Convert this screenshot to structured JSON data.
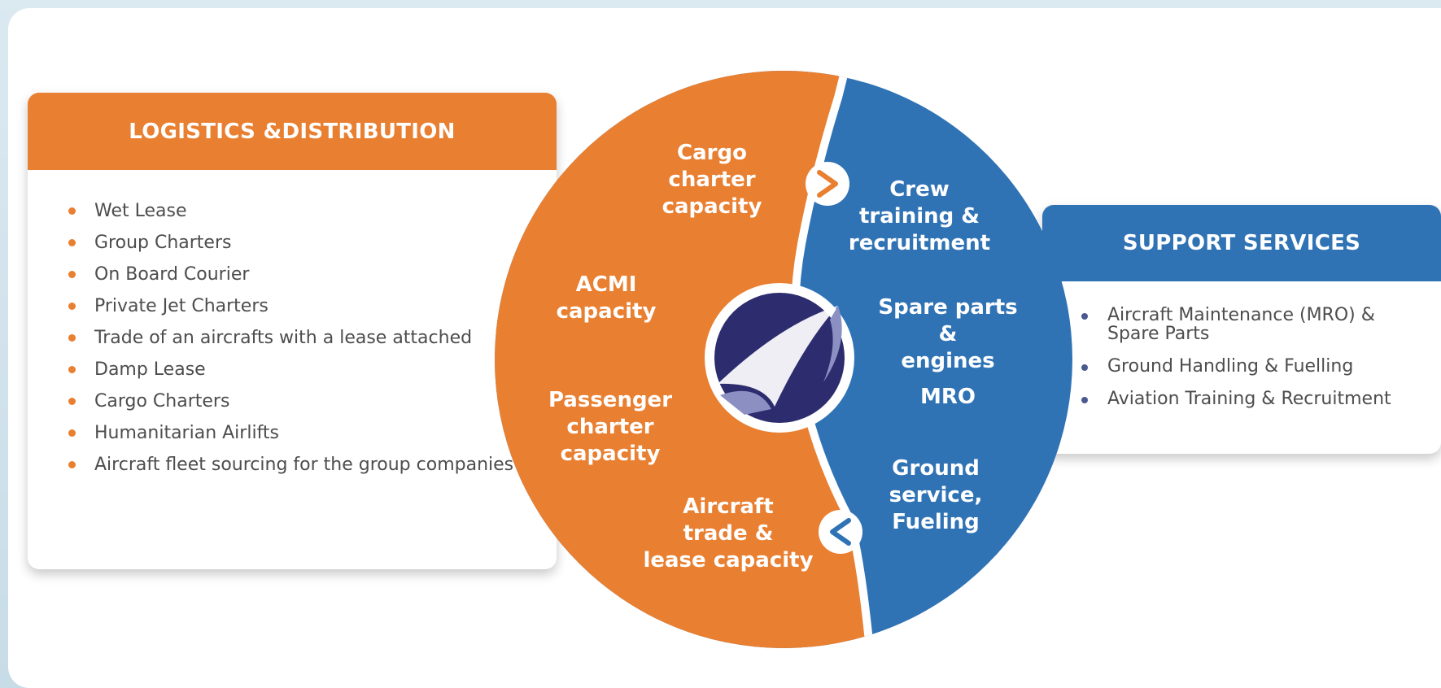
{
  "logistics": {
    "title": "LOGISTICS &DISTRIBUTION",
    "items": [
      "Wet Lease",
      "Group Charters",
      "On Board Courier",
      "Private Jet  Charters",
      "Trade of an aircrafts with a lease attached",
      "Damp Lease",
      "Cargo Charters",
      "Humanitarian Airlifts",
      "Aircraft fleet sourcing for the group companies"
    ]
  },
  "support": {
    "title": "SUPPORT SERVICES",
    "items": [
      "Aircraft Maintenance (MRO) & Spare Parts",
      "Ground Handling & Fuelling",
      "Aviation Training & Recruitment"
    ]
  },
  "wheel": {
    "orange": {
      "color": "#e97f30",
      "labels": {
        "cargo": "Cargo\ncharter\ncapacity",
        "acmi": "ACMI\ncapacity",
        "passenger": "Passenger\ncharter\ncapacity",
        "aircraft_trade": "Aircraft\ntrade &\nlease capacity"
      }
    },
    "blue": {
      "color": "#2f73b5",
      "labels": {
        "crew": "Crew\ntraining &\nrecruitment",
        "spare": "Spare parts &\nengines",
        "mro": "MRO",
        "ground": "Ground service,\nFueling"
      }
    },
    "logo_icon": "airline-swoosh-logo",
    "arrow_icons": [
      "chevron-right-icon",
      "chevron-left-icon"
    ]
  }
}
